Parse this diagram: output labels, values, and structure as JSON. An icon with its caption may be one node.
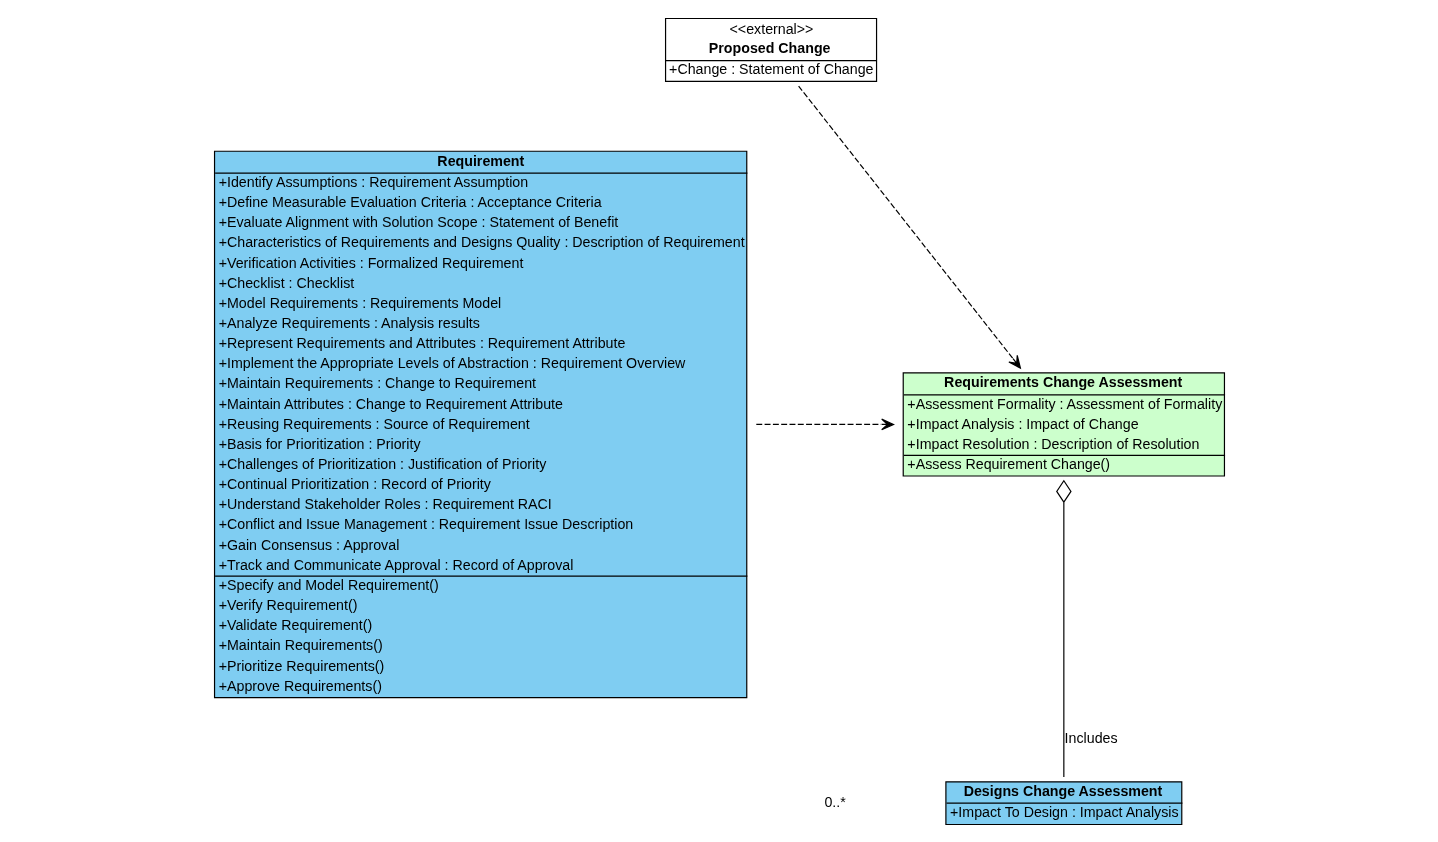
{
  "diagram": {
    "nodes": [
      {
        "text": [
          "Requirement",
          "+Identify Assumptions : Requirement Assumption",
          "+Define Measurable Evaluation Criteria : Acceptance Criteria",
          "+Evaluate Alignment with Solution Scope : Statement of Benefit",
          "+Characteristics of Requirements and Designs Quality : Description of Requirement",
          "+Verification Activities : Formalized Requirement",
          "+Checklist : Checklist",
          "+Model Requirements : Requirements Model",
          "+Analyze Requirements : Analysis results",
          "+Represent Requirements and Attributes : Requirement Attribute",
          "+Implement the Appropriate Levels of Abstraction : Requirement Overview",
          "+Maintain Requirements : Change to Requirement",
          "+Maintain Attributes : Change to Requirement Attribute",
          "+Reusing Requirements : Source of Requirement",
          "+Basis for Prioritization : Priority",
          "+Challenges of Prioritization : Justification of Priority",
          "+Continual Prioritization : Record of Priority",
          "+Understand Stakeholder Roles : Requirement RACI",
          "+Conflict and Issue Management : Requirement Issue Description",
          "+Gain Consensus : Approval",
          "+Track and Communicate Approval : Record of Approval",
          "+Specify and Model Requirement()",
          "+Verify Requirement()",
          "+Validate Requirement()",
          "+Maintain Requirements()",
          "+Prioritize Requirements()",
          "+Approve Requirements()"
        ]
      },
      {
        "text": [
          "<<external>>",
          "Proposed Change",
          "+Change : Statement of Change"
        ]
      },
      {
        "text": [
          "Requirements Change Assessment",
          "+Assessment Formality : Assessment of Formality",
          "+Impact Analysis : Impact of Change",
          "+Impact Resolution : Description of Resolution",
          "+Assess Requirement Change()"
        ]
      },
      {
        "text": [
          "Designs Change Assessment",
          "+Impact To Design : Impact Analysis"
        ]
      }
    ],
    "edges": [
      {
        "from": 1,
        "to": 2,
        "arrow": "to",
        "style": "dashed"
      },
      {
        "from": 0,
        "to": 2,
        "arrow": "to",
        "style": "dashed"
      },
      {
        "from": 2,
        "to": 3,
        "arrow": "other",
        "label": "Includes"
      }
    ],
    "labels": [
      "0..*"
    ]
  }
}
